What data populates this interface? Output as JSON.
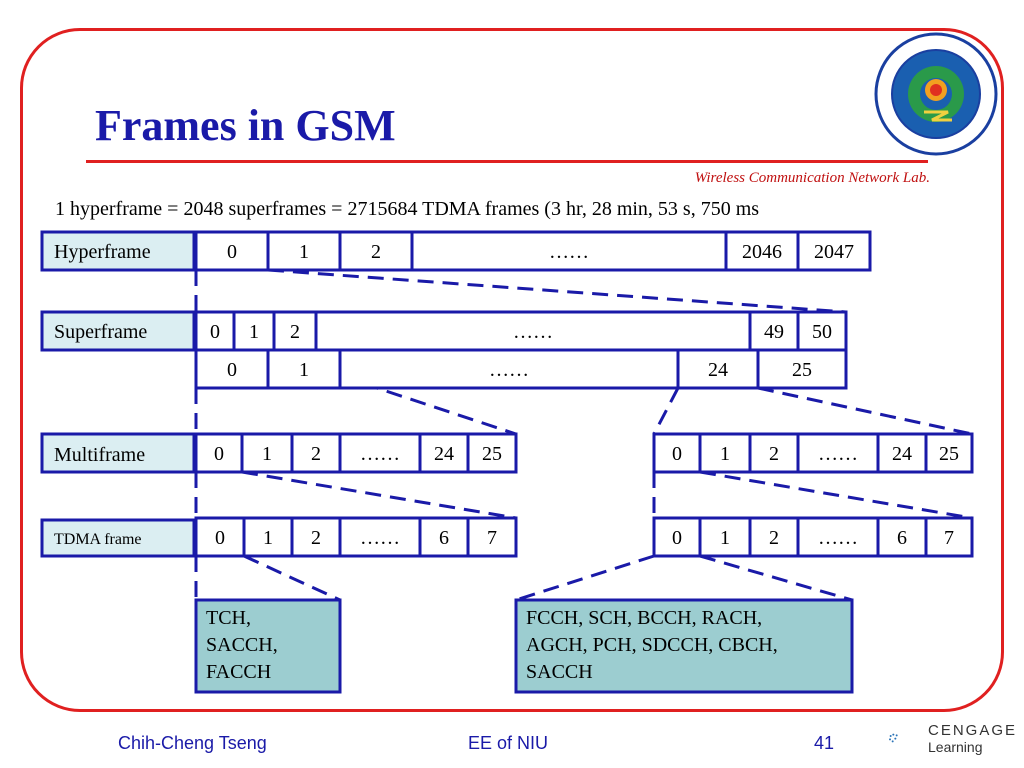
{
  "slide": {
    "title": "Frames in GSM",
    "lab_name": "Wireless Communication Network Lab.",
    "formula": "1 hyperframe = 2048 superframes = 2715684 TDMA frames (3 hr, 28 min, 53 s, 750 ms"
  },
  "diagram": {
    "rows": [
      {
        "label": "Hyperframe",
        "cells": [
          "0",
          "1",
          "2",
          "……",
          "2046",
          "2047"
        ]
      },
      {
        "label": "Superframe",
        "cells": [
          "0",
          "1",
          "2",
          "……",
          "49",
          "50"
        ],
        "sub_cells": [
          "0",
          "1",
          "……",
          "24",
          "25"
        ]
      },
      {
        "label": "Multiframe",
        "left_cells": [
          "0",
          "1",
          "2",
          "……",
          "24",
          "25"
        ],
        "right_cells": [
          "0",
          "1",
          "2",
          "……",
          "24",
          "25"
        ]
      },
      {
        "label": "TDMA frame",
        "left_cells": [
          "0",
          "1",
          "2",
          "……",
          "6",
          "7"
        ],
        "right_cells": [
          "0",
          "1",
          "2",
          "……",
          "6",
          "7"
        ]
      }
    ],
    "notes": [
      {
        "lines": [
          "TCH,",
          "SACCH,",
          "FACCH"
        ]
      },
      {
        "lines": [
          "FCCH, SCH, BCCH, RACH,",
          "AGCH, PCH, SDCCH, CBCH,",
          "SACCH"
        ]
      }
    ]
  },
  "footer": {
    "author": "Chih-Cheng Tseng",
    "department": "EE of NIU",
    "page_number": "41"
  },
  "publisher_logo": {
    "line1": "CENGAGE",
    "line2": "Learning"
  },
  "colors": {
    "border": "#e02020",
    "title": "#1a1aa8",
    "box_stroke": "#1a1aa8",
    "label_fill": "#dbeef2",
    "note_fill": "#9ccdd0"
  }
}
